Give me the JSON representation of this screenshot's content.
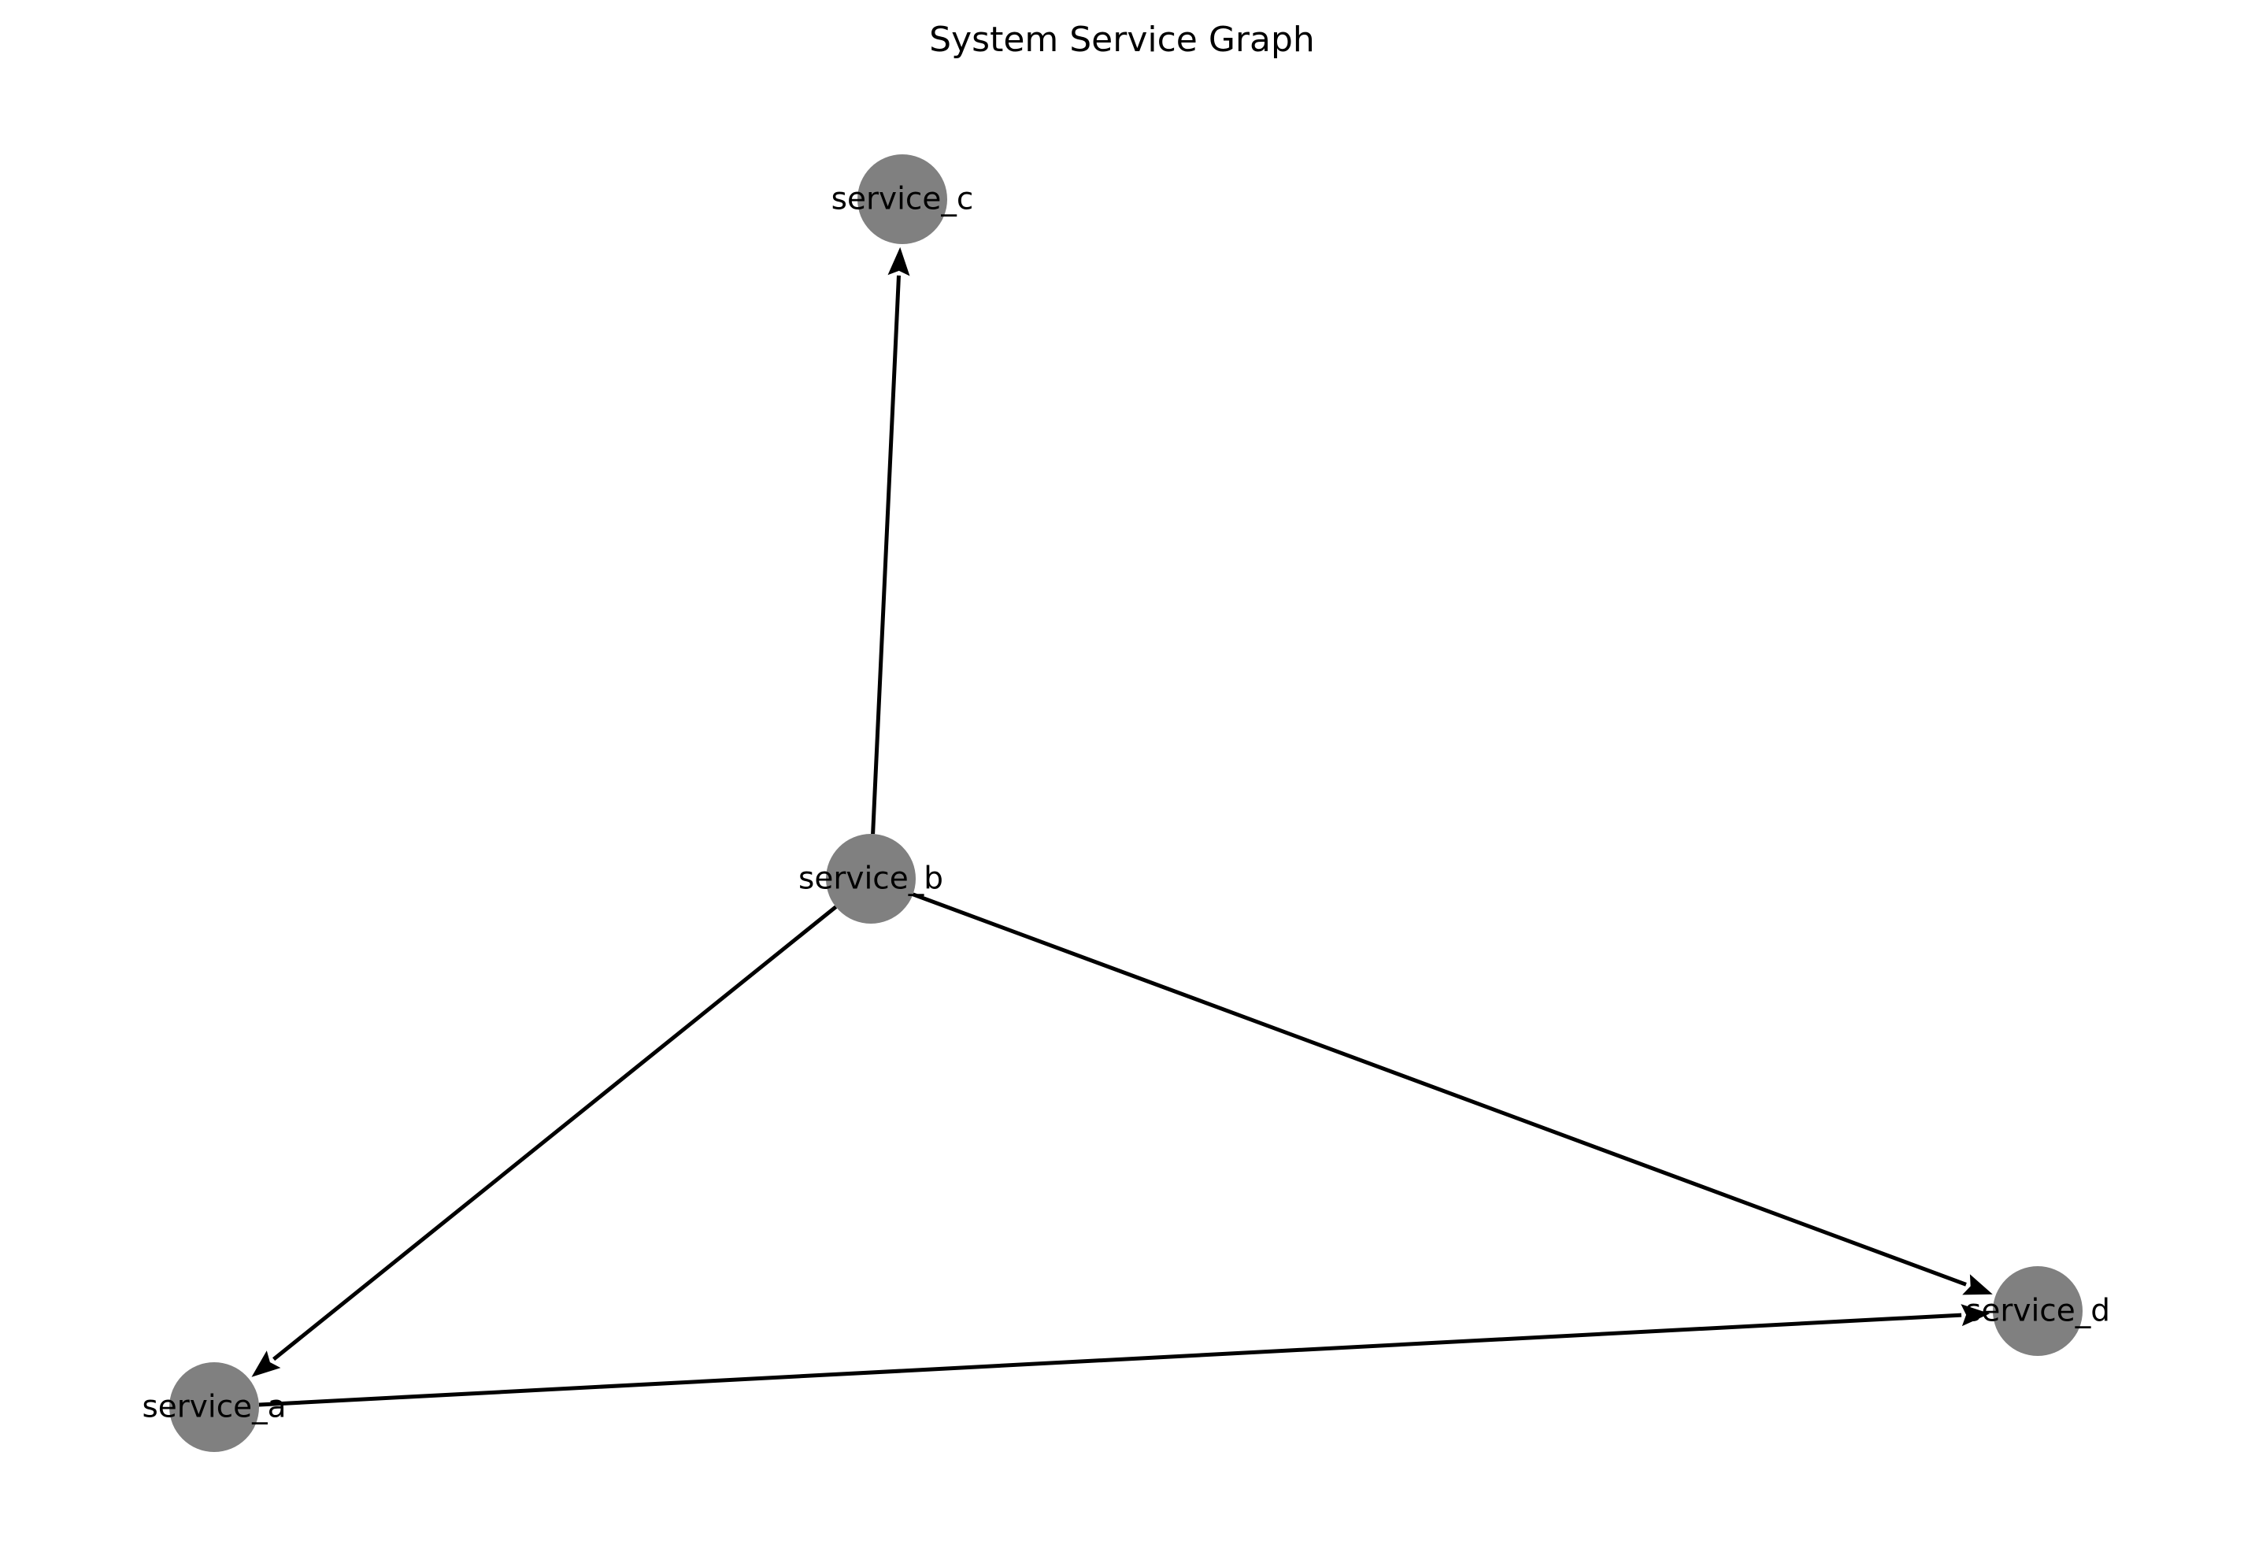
{
  "title": "System Service Graph",
  "colors": {
    "node_fill": "#808080",
    "edge": "#000000",
    "text": "#000000",
    "background": "#ffffff"
  },
  "nodes": [
    {
      "id": "service_a",
      "label": "service_a"
    },
    {
      "id": "service_b",
      "label": "service_b"
    },
    {
      "id": "service_c",
      "label": "service_c"
    },
    {
      "id": "service_d",
      "label": "service_d"
    }
  ],
  "edges": [
    {
      "from": "service_b",
      "to": "service_c"
    },
    {
      "from": "service_b",
      "to": "service_a"
    },
    {
      "from": "service_b",
      "to": "service_d"
    },
    {
      "from": "service_a",
      "to": "service_d"
    }
  ]
}
